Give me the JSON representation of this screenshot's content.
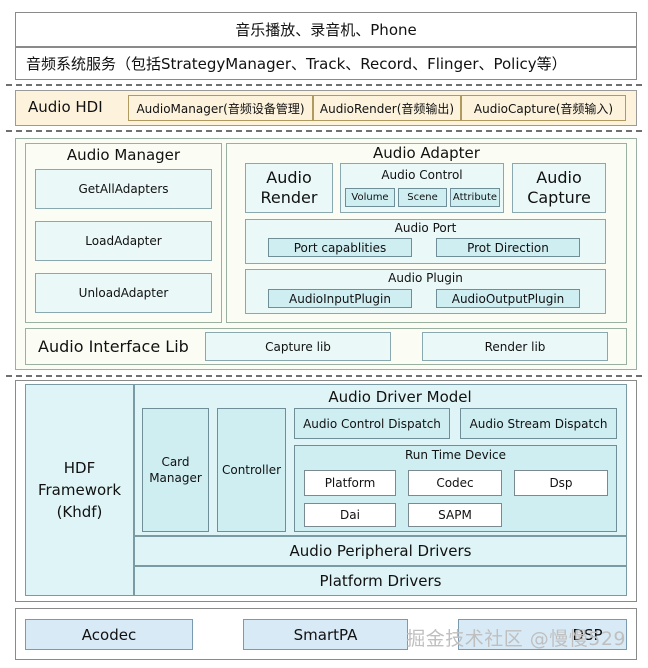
{
  "apps": {
    "label": "音乐播放、录音机、Phone"
  },
  "services": {
    "label": "音频系统服务（包括StrategyManager、Track、Record、Flinger、Policy等）"
  },
  "hdi": {
    "title": "Audio HDI",
    "items": [
      "AudioManager(音频设备管理)",
      "AudioRender(音频输出)",
      "AudioCapture(音频输入)"
    ]
  },
  "audio_manager": {
    "title": "Audio Manager",
    "items": [
      "GetAllAdapters",
      "LoadAdapter",
      "UnloadAdapter"
    ]
  },
  "audio_adapter": {
    "title": "Audio Adapter",
    "render": "Audio\nRender",
    "capture": "Audio\nCapture",
    "control": {
      "title": "Audio Control",
      "items": [
        "Volume",
        "Scene",
        "Attribute"
      ]
    },
    "port": {
      "title": "Audio Port",
      "items": [
        "Port capablities",
        "Prot Direction"
      ]
    },
    "plugin": {
      "title": "Audio Plugin",
      "items": [
        "AudioInputPlugin",
        "AudioOutputPlugin"
      ]
    }
  },
  "interface_lib": {
    "title": "Audio Interface Lib",
    "items": [
      "Capture lib",
      "Render lib"
    ]
  },
  "hdf": {
    "title": "HDF\nFramework\n(Khdf)",
    "driver_model": "Audio Driver Model",
    "card_manager": "Card\nManager",
    "controller": "Controller",
    "control_dispatch": "Audio Control Dispatch",
    "stream_dispatch": "Audio Stream Dispatch",
    "runtime": {
      "title": "Run Time Device",
      "items": [
        "Platform",
        "Codec",
        "Dsp",
        "Dai",
        "SAPM"
      ]
    },
    "peripheral": "Audio Peripheral Drivers",
    "platform_drivers": "Platform Drivers"
  },
  "hardware": {
    "items": [
      "Acodec",
      "SmartPA",
      "DSP"
    ]
  },
  "watermark": "掘金技术社区 @慢慢529",
  "colors": {
    "hdi_background": "#fdf3dd",
    "adapter_panel": "#fbfdf4",
    "driver_box": "#dff4f6",
    "hardware_box": "#d8eaf6"
  }
}
